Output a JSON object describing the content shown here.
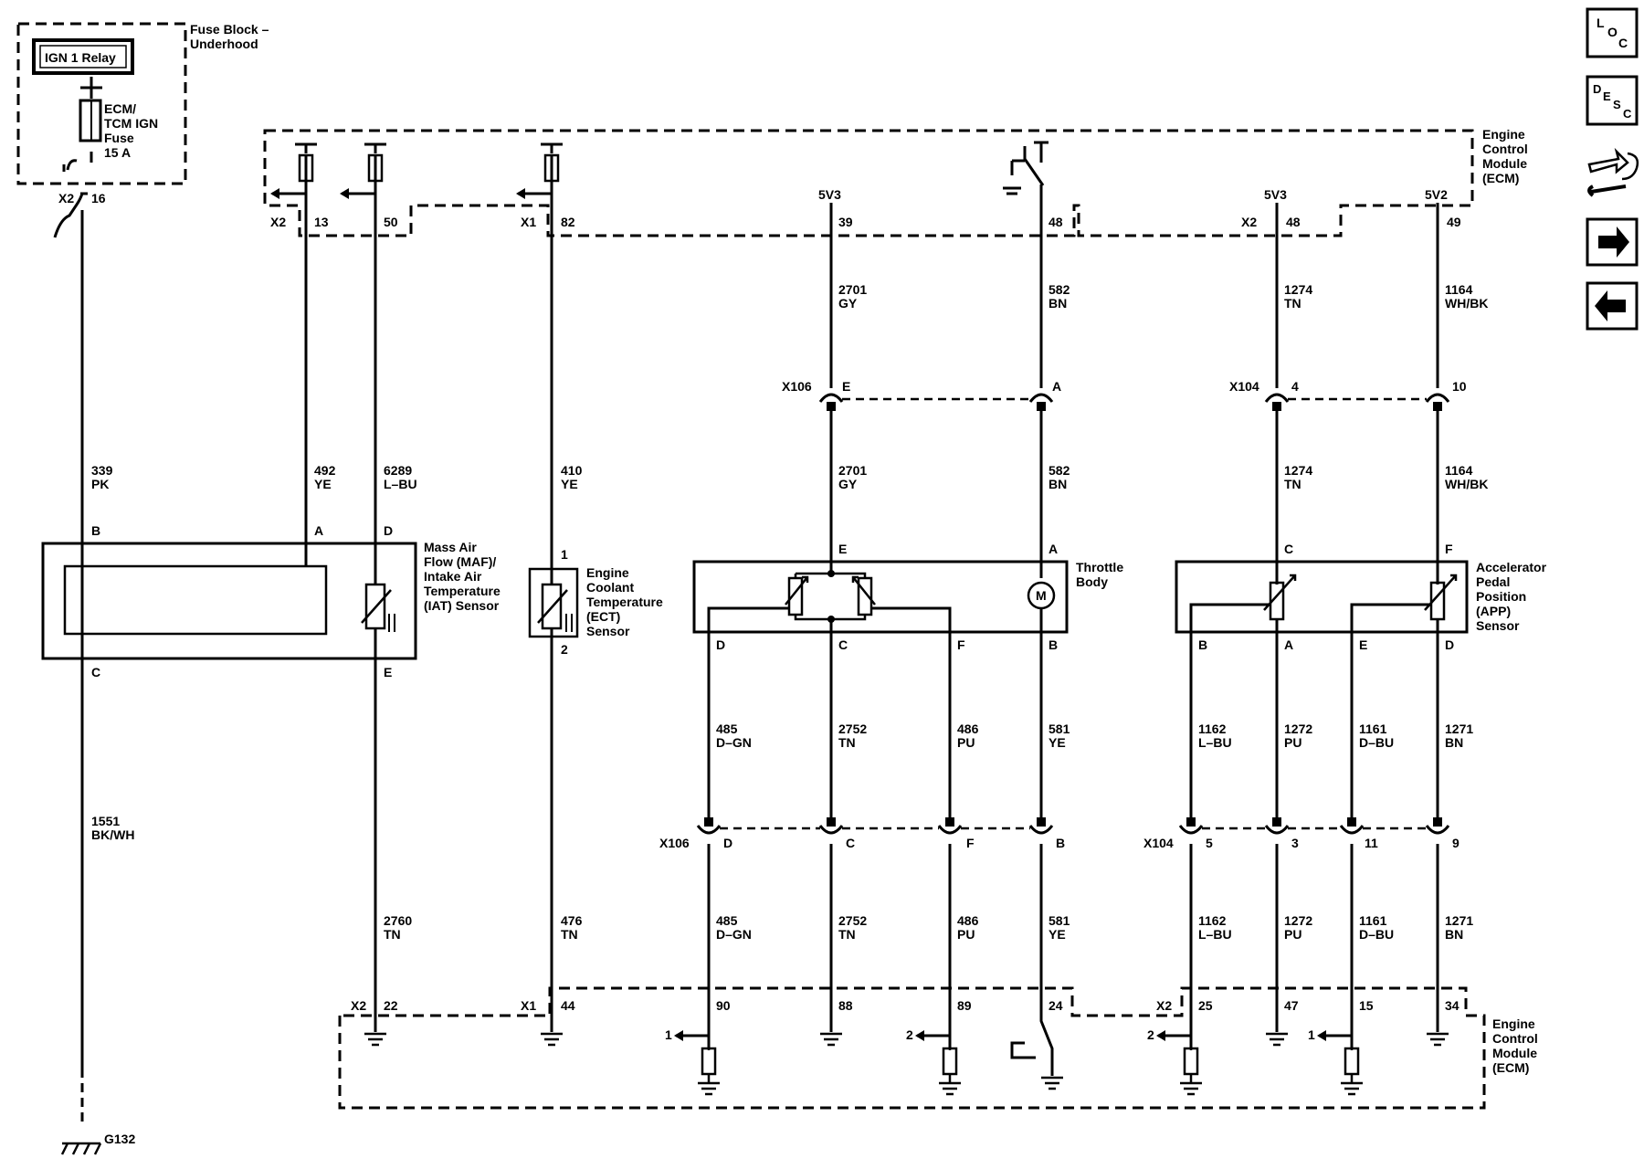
{
  "fuse_block": {
    "title_line1": "Fuse Block –",
    "title_line2": "Underhood",
    "relay": "IGN 1 Relay",
    "fuse_line1": "ECM/",
    "fuse_line2": "TCM IGN",
    "fuse_line3": "Fuse",
    "fuse_line4": "15 A"
  },
  "ecm_top": {
    "line1": "Engine",
    "line2": "Control",
    "line3": "Module",
    "line4": "(ECM)"
  },
  "ecm_bottom": {
    "line1": "Engine",
    "line2": "Control",
    "line3": "Module",
    "line4": "(ECM)"
  },
  "nav": {
    "loc": [
      "L",
      "O",
      "C"
    ],
    "desc": [
      "D",
      "E",
      "S",
      "C"
    ]
  },
  "maf": {
    "line1": "Mass Air",
    "line2": "Flow (MAF)/",
    "line3": "Intake Air",
    "line4": "Temperature",
    "line5": "(IAT) Sensor",
    "pin_b": "B",
    "pin_a": "A",
    "pin_d": "D",
    "pin_c": "C",
    "pin_e": "E"
  },
  "ect": {
    "line1": "Engine",
    "line2": "Coolant",
    "line3": "Temperature",
    "line4": "(ECT)",
    "line5": "Sensor",
    "pin1": "1",
    "pin2": "2"
  },
  "throttle": {
    "line1": "Throttle",
    "line2": "Body",
    "pin_e": "E",
    "pin_a": "A",
    "pin_d": "D",
    "pin_c": "C",
    "pin_f": "F",
    "pin_b": "B",
    "motor": "M"
  },
  "app": {
    "line1": "Accelerator",
    "line2": "Pedal",
    "line3": "Position",
    "line4": "(APP)",
    "line5": "Sensor",
    "pin_c": "C",
    "pin_f": "F",
    "pin_b": "B",
    "pin_a": "A",
    "pin_e": "E",
    "pin_d": "D"
  },
  "top_pins": {
    "x2a": "X2",
    "p16": "16",
    "x2b": "X2",
    "p13": "13",
    "p50": "50",
    "x1": "X1",
    "p82": "82",
    "v39": "5V3",
    "p39": "39",
    "p48a": "48",
    "x2c": "X2",
    "v48": "5V3",
    "p48b": "48",
    "v49": "5V2",
    "p49": "49"
  },
  "bottom_pins": {
    "x2a": "X2",
    "p22": "22",
    "x1": "X1",
    "p44": "44",
    "p90": "90",
    "p88": "88",
    "p89": "89",
    "p24": "24",
    "x2b": "X2",
    "p25": "25",
    "p47": "47",
    "p15": "15",
    "p34": "34",
    "l1a": "1",
    "l2a": "2",
    "l2b": "2",
    "l1b": "1"
  },
  "connectors": {
    "x106a": "X106",
    "x106a_e": "E",
    "x106a_a": "A",
    "x104a": "X104",
    "x104a_4": "4",
    "x104a_10": "10",
    "x106b": "X106",
    "x106b_d": "D",
    "x106b_c": "C",
    "x106b_f": "F",
    "x106b_b": "B",
    "x104b": "X104",
    "x104b_5": "5",
    "x104b_3": "3",
    "x104b_11": "11",
    "x104b_9": "9"
  },
  "wires": {
    "w339": [
      "339",
      "PK"
    ],
    "w492": [
      "492",
      "YE"
    ],
    "w6289": [
      "6289",
      "L–BU"
    ],
    "w410": [
      "410",
      "YE"
    ],
    "w1551": [
      "1551",
      "BK/WH"
    ],
    "w2760": [
      "2760",
      "TN"
    ],
    "w476": [
      "476",
      "TN"
    ],
    "w2701a": [
      "2701",
      "GY"
    ],
    "w582a": [
      "582",
      "BN"
    ],
    "w1274a": [
      "1274",
      "TN"
    ],
    "w1164a": [
      "1164",
      "WH/BK"
    ],
    "w2701b": [
      "2701",
      "GY"
    ],
    "w582b": [
      "582",
      "BN"
    ],
    "w1274b": [
      "1274",
      "TN"
    ],
    "w1164b": [
      "1164",
      "WH/BK"
    ],
    "w485a": [
      "485",
      "D–GN"
    ],
    "w2752a": [
      "2752",
      "TN"
    ],
    "w486a": [
      "486",
      "PU"
    ],
    "w581a": [
      "581",
      "YE"
    ],
    "w1162a": [
      "1162",
      "L–BU"
    ],
    "w1272a": [
      "1272",
      "PU"
    ],
    "w1161a": [
      "1161",
      "D–BU"
    ],
    "w1271a": [
      "1271",
      "BN"
    ],
    "w485b": [
      "485",
      "D–GN"
    ],
    "w2752b": [
      "2752",
      "TN"
    ],
    "w486b": [
      "486",
      "PU"
    ],
    "w581b": [
      "581",
      "YE"
    ],
    "w1162b": [
      "1162",
      "L–BU"
    ],
    "w1272b": [
      "1272",
      "PU"
    ],
    "w1161b": [
      "1161",
      "D–BU"
    ],
    "w1271b": [
      "1271",
      "BN"
    ]
  },
  "ground": {
    "label": "G132"
  }
}
